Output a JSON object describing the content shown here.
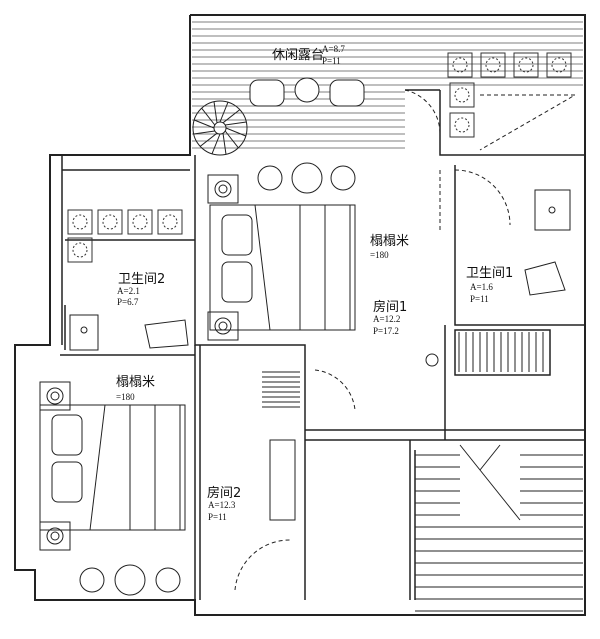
{
  "rooms": {
    "terrace": {
      "name": "休闲露台",
      "area": "A=8.7",
      "perimeter": "P=11"
    },
    "tatami1": {
      "name": "榻榻米",
      "size": "=180"
    },
    "room1": {
      "name": "房间1",
      "area": "A=12.2",
      "perimeter": "P=17.2"
    },
    "bath1": {
      "name": "卫生间1",
      "area": "A=1.6",
      "perimeter": "P=11"
    },
    "bath2": {
      "name": "卫生间2",
      "area": "A=2.1",
      "perimeter": "P=6.7"
    },
    "tatami2": {
      "name": "榻榻米",
      "size": "=180"
    },
    "room2": {
      "name": "房间2",
      "area": "A=12.3",
      "perimeter": "P=11"
    }
  },
  "colors": {
    "line": "#222222",
    "hatch": "#555555",
    "plant": "#333333"
  }
}
